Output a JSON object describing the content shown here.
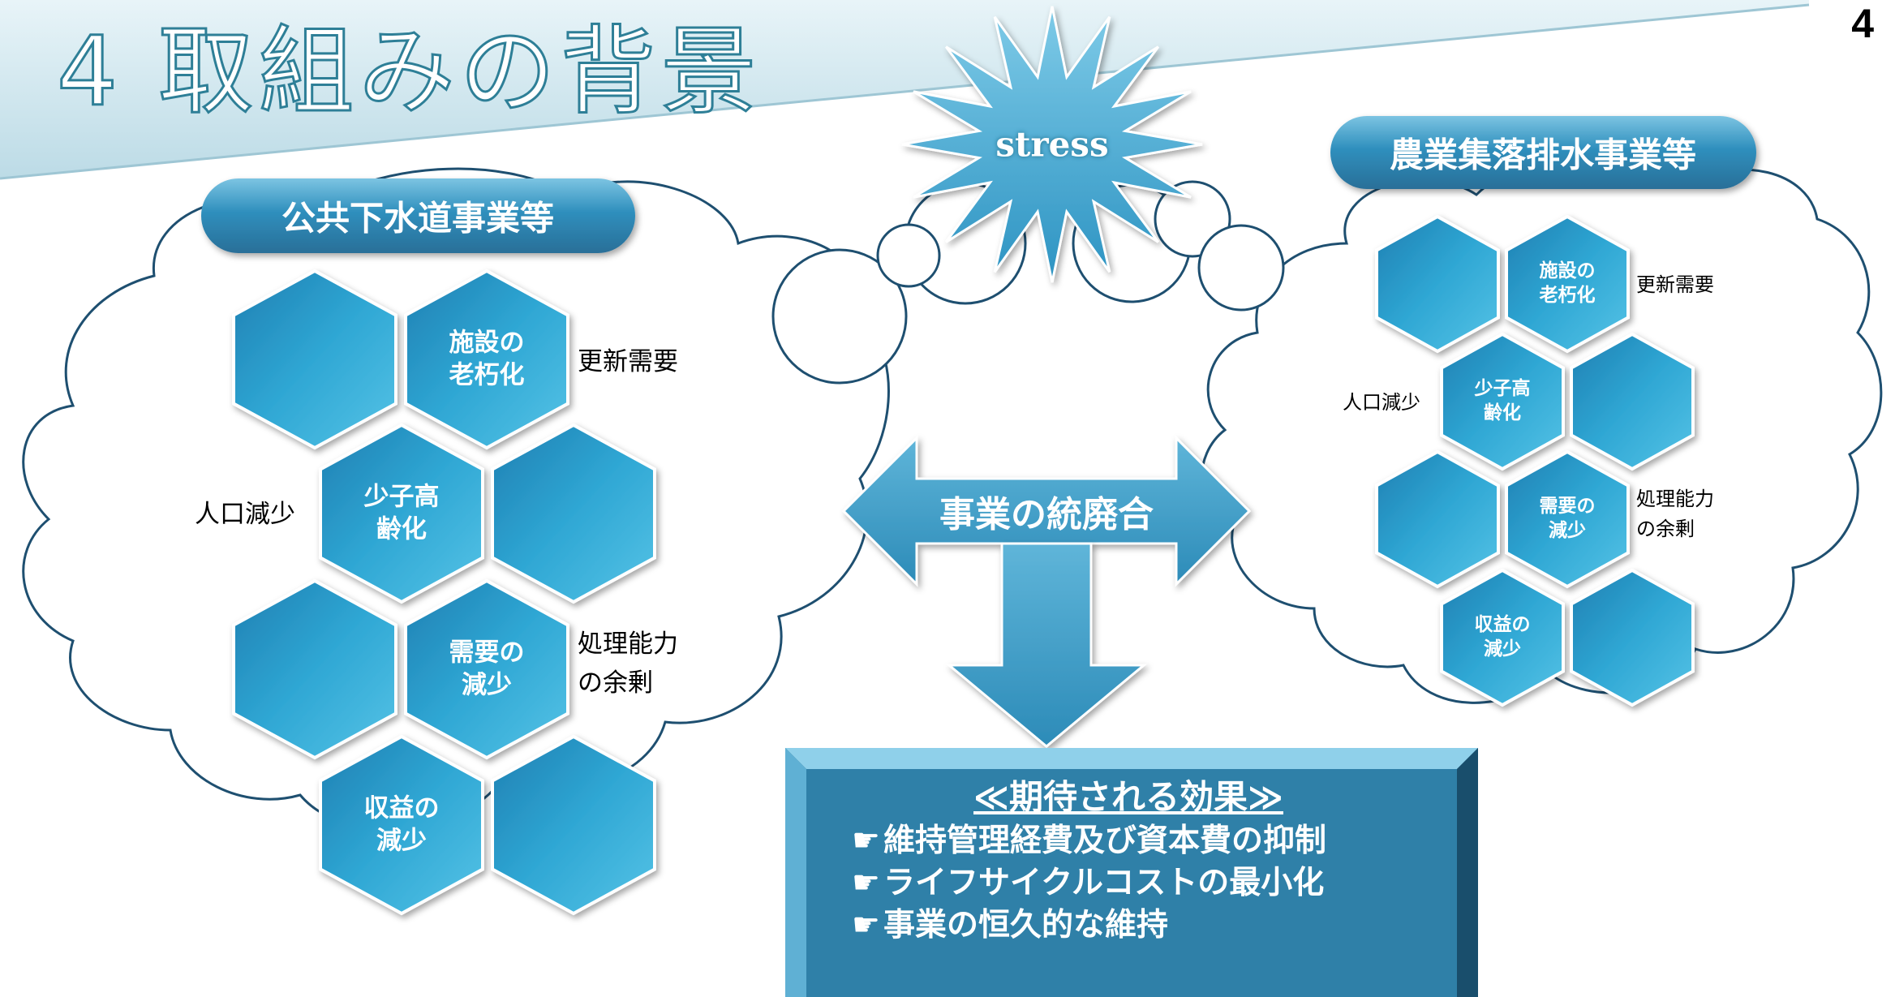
{
  "page": {
    "title": "4 取組みの背景",
    "number": "4"
  },
  "stress_label": "stress",
  "left_group": {
    "label": "公共下水道事業等",
    "hexagons": [
      {
        "text": ""
      },
      {
        "text": "施設の\n老朽化"
      },
      {
        "text": "少子高\n齢化"
      },
      {
        "text": ""
      },
      {
        "text": ""
      },
      {
        "text": "需要の\n減少"
      },
      {
        "text": "収益の\n減少"
      },
      {
        "text": ""
      }
    ],
    "notes": {
      "renewal": "更新需要",
      "population": "人口減少",
      "capacity": "処理能力\nの余剰"
    }
  },
  "right_group": {
    "label": "農業集落排水事業等",
    "hexagons": [
      {
        "text": ""
      },
      {
        "text": "施設の\n老朽化"
      },
      {
        "text": "少子高\n齢化"
      },
      {
        "text": ""
      },
      {
        "text": ""
      },
      {
        "text": "需要の\n減少"
      },
      {
        "text": "収益の\n減少"
      },
      {
        "text": ""
      }
    ],
    "notes": {
      "renewal": "更新需要",
      "population": "人口減少",
      "capacity": "処理能力\nの余剰"
    }
  },
  "merge_label": "事業の統廃合",
  "effects": {
    "heading": "≪期待される効果≫",
    "bullet": "☛",
    "items": [
      "維持管理経費及び資本費の抑制",
      "ライフサイクルコストの最小化",
      "事業の恒久的な維持"
    ]
  },
  "colors": {
    "hex_fill": "#2a9cc8",
    "hex_border": "#ffffff",
    "pill_fill": "#2f8fbd",
    "arrow_fill": "#3a9cc6",
    "effects_fill": "#2f7fa6",
    "outline": "#1e4f70",
    "title_band": "#cfe7ef"
  }
}
